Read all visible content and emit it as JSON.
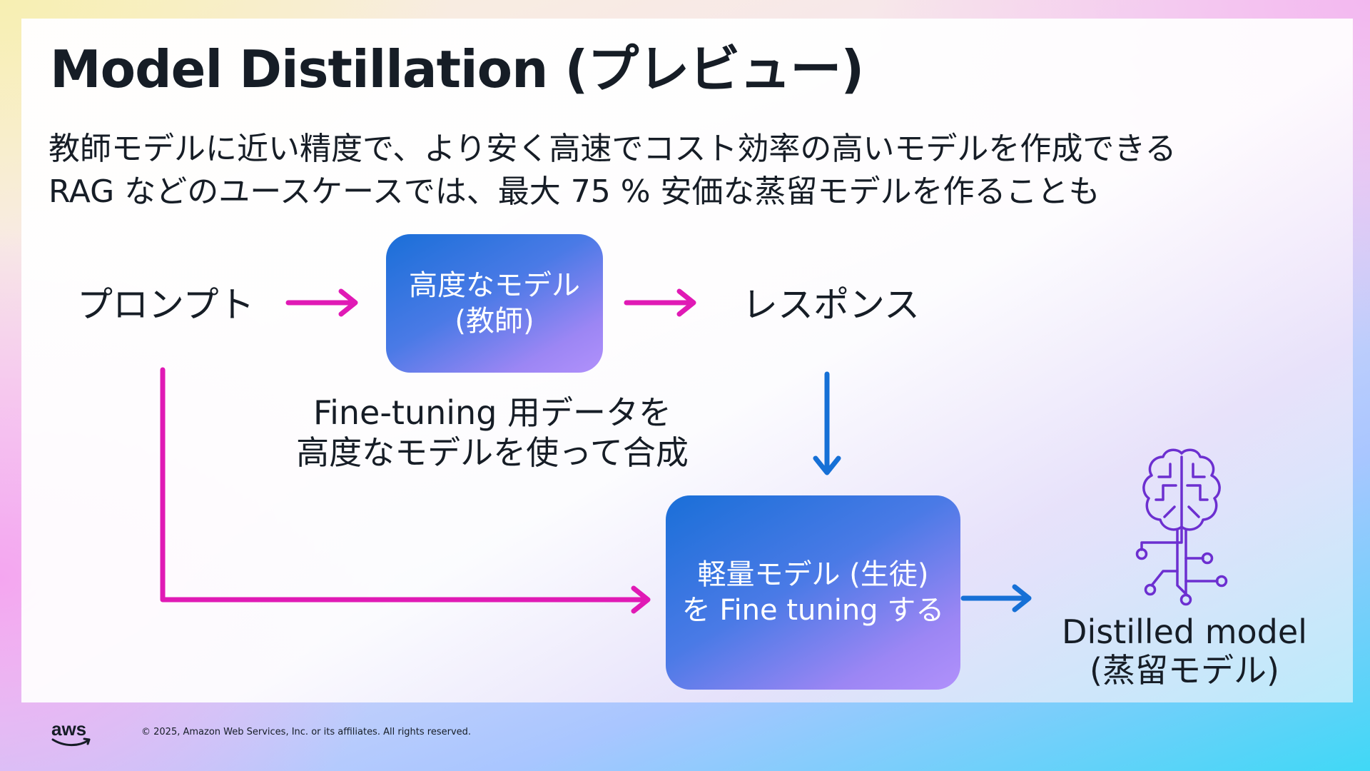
{
  "slide": {
    "title": "Model Distillation (プレビュー)",
    "subtitle_lines": [
      "教師モデルに近い精度で、より安く高速でコスト効率の高いモデルを作成できる",
      "RAG などのユースケースでは、最大 75 % 安価な蒸留モデルを作ることも"
    ]
  },
  "diagram": {
    "prompt_label": "プロンプト",
    "teacher_box": {
      "line1": "高度なモデル",
      "line2": "(教師)"
    },
    "response_label": "レスポンス",
    "synthesis_text": {
      "line1": "Fine-tuning 用データを",
      "line2": "高度なモデルを使って合成"
    },
    "student_box": {
      "line1": "軽量モデル (生徒)",
      "line2": "を Fine tuning する"
    },
    "distilled_label": {
      "line1": "Distilled model",
      "line2": "(蒸留モデル)"
    }
  },
  "icons": {
    "brain_icon": "brain-circuit",
    "logo": "aws-logo"
  },
  "colors": {
    "magenta_arrow": "#e01ab5",
    "blue_arrow": "#1670d6",
    "icon_purple": "#6c2fd0",
    "text": "#161d26"
  },
  "footer": {
    "logo_text": "aws",
    "copyright": "© 2025, Amazon Web Services, Inc. or its affiliates. All rights reserved."
  }
}
